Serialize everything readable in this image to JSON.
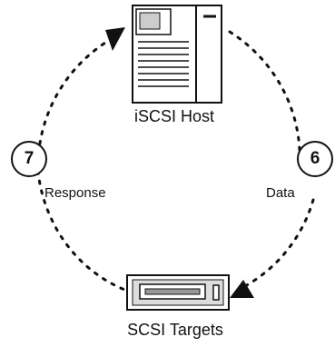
{
  "host": {
    "label": "iSCSI Host"
  },
  "targets": {
    "label": "SCSI Targets"
  },
  "steps": [
    {
      "number": "7",
      "label": "Response"
    },
    {
      "number": "6",
      "label": "Data"
    }
  ]
}
